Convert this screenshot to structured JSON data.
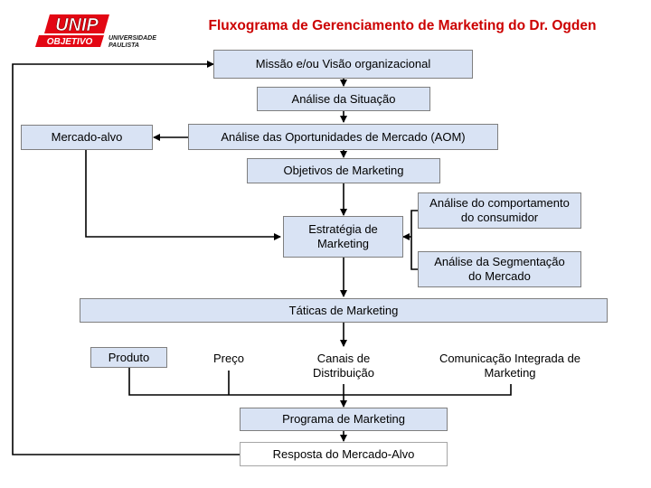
{
  "title": "Fluxograma de Gerenciamento de Marketing do Dr. Ogden",
  "logo": {
    "main": "UNIP",
    "sub": "OBJETIVO",
    "side_line1": "UNIVERSIDADE",
    "side_line2": "PAULISTA"
  },
  "nodes": {
    "missao": "Missão e/ou Visão organizacional",
    "analise_situacao": "Análise da Situação",
    "mercado_alvo": "Mercado-alvo",
    "aom": "Análise das Oportunidades de Mercado (AOM)",
    "objetivos": "Objetivos de Marketing",
    "estrategia": "Estratégia de Marketing",
    "comportamento": "Análise do comportamento do consumidor",
    "segmentacao": "Análise da Segmentação do Mercado",
    "taticas": "Táticas de Marketing",
    "produto": "Produto",
    "preco": "Preço",
    "canais": "Canais de Distribuição",
    "comunicacao": "Comunicação Integrada de Marketing",
    "programa": "Programa de Marketing",
    "resposta": "Resposta do Mercado-Alvo"
  },
  "colors": {
    "title": "#cc0000",
    "box_fill": "#d9e3f4",
    "box_border": "#7f7f7f",
    "connector": "#000000",
    "logo_red": "#e30613"
  }
}
